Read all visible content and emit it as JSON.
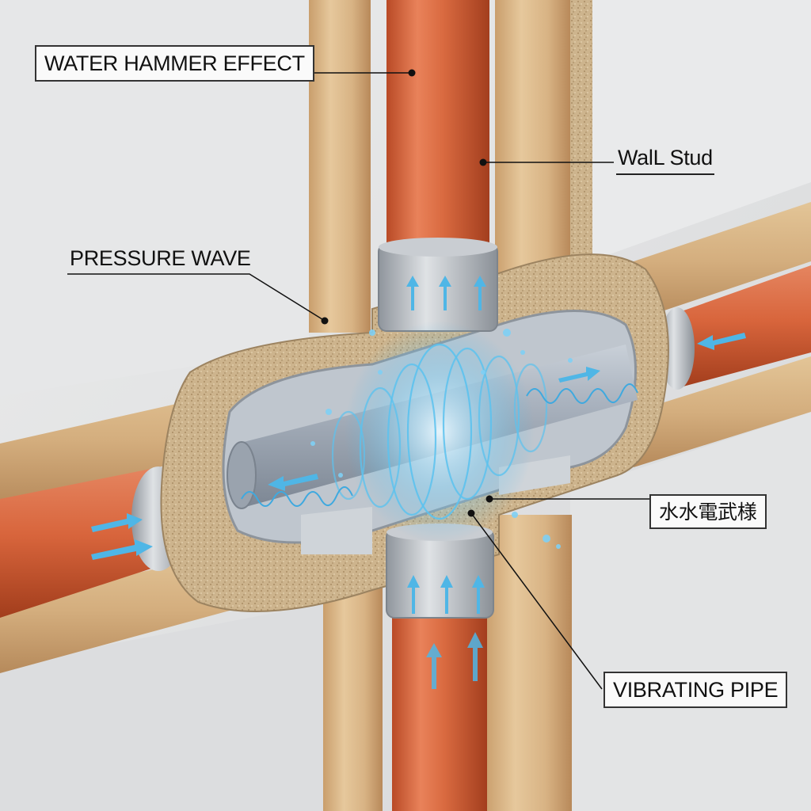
{
  "labels": {
    "water_hammer": "WATER HAMMER EFFECT",
    "wall_stud": "WalL Stud",
    "pressure_wave": "PRESSURE WAVE",
    "cjk_label": "水水電武様",
    "vibrating_pipe": "VIBRATING PIPE"
  },
  "colors": {
    "wall_board": "#e2e3e4",
    "wood_stud": "#d9b98c",
    "copper_pipe": "#d9673e",
    "steel_pipe": "#a9b2bd",
    "water_flow": "#4fb6e6",
    "insulation": "#c9b089"
  },
  "icons": {
    "flow_arrow": "arrow-icon",
    "water_splash": "splash-icon"
  }
}
